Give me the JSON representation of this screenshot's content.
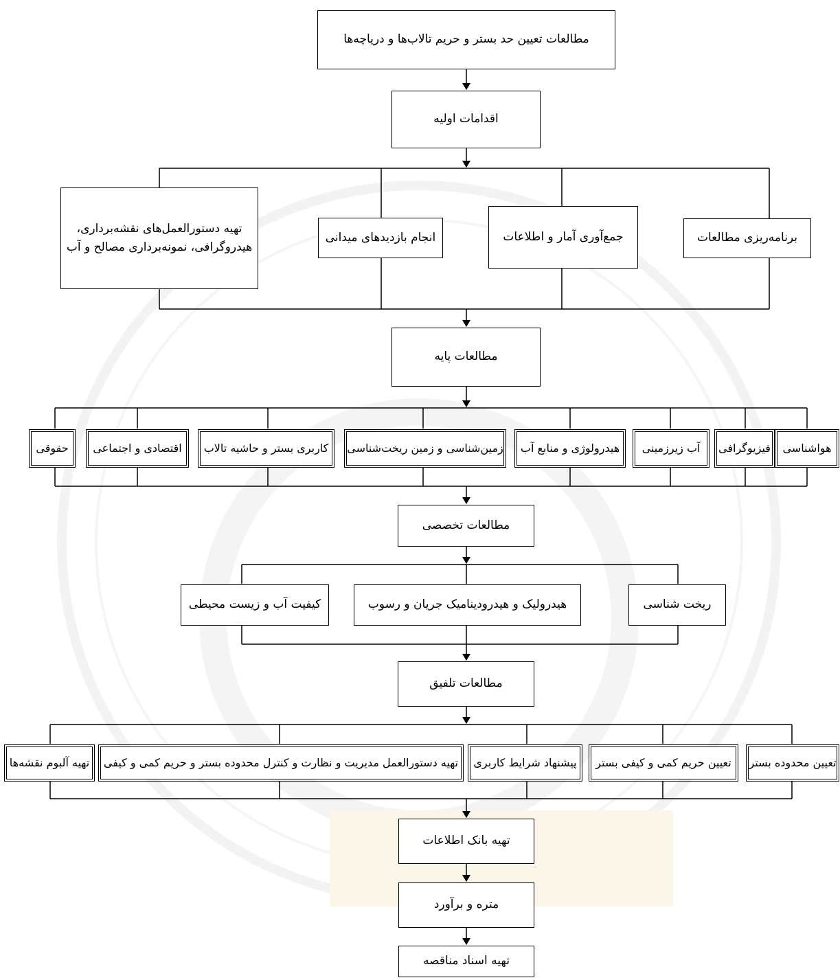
{
  "diagram": {
    "nodes": {
      "root": "مطالعات تعیین حد بستر و حریم تالاب‌ها و دریاچه‌ها",
      "initial": "اقدامات اولیه",
      "planning": "برنامه‌ریزی مطالعات",
      "data_collection": "جمع‌آوری آمار و اطلاعات",
      "field_visits": "انجام بازدیدهای میدانی",
      "instructions_line1": "تهیه دستورالعمل‌های نقشه‌برداری،",
      "instructions_line2": "هیدروگرافی، نمونه‌برداری مصالح و آب",
      "basic": "مطالعات پایه",
      "meteorology": "هواشناسی",
      "physiography": "فیزیوگرافی",
      "groundwater": "آب زیرزمینی",
      "hydrology": "هیدرولوژی و منابع آب",
      "geology": "زمین‌شناسی و زمین ریخت‌شناسی",
      "land_use": "کاربری بستر و حاشیه تالاب",
      "socioeconomic": "اقتصادی و اجتماعی",
      "legal": "حقوقی",
      "specialized": "مطالعات تخصصی",
      "morphology": "ریخت شناسی",
      "hydraulics": "هیدرولیک و هیدرودینامیک جریان و رسوب",
      "water_quality": "کیفیت آب و زیست محیطی",
      "integration": "مطالعات تلفیق",
      "bed_extent": "تعیین محدوده بستر",
      "buffer": "تعیین حریم کمی و کیفی بستر",
      "use_conditions": "پیشنهاد شرایط کاربری",
      "management": "تهیه دستورالعمل مدیریت و نظارت و کنترل محدوده بستر و حریم کمی و کیفی",
      "map_album": "تهیه آلبوم نقشه‌ها",
      "database": "تهیه بانک اطلاعات",
      "quantities": "متره و برآورد",
      "tender": "تهیه اسناد مناقصه"
    }
  }
}
